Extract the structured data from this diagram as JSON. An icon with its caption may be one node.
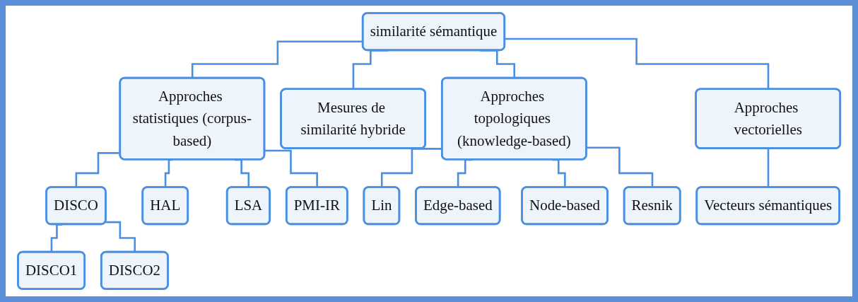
{
  "diagram": {
    "nodes": [
      {
        "text": [
          "similarité sémantique"
        ]
      },
      {
        "text": [
          "Approches statistiques (corpus-based)"
        ]
      },
      {
        "text": [
          "Mesures de similarité hybride"
        ]
      },
      {
        "text": [
          "Approches topologiques (knowledge-based)"
        ]
      },
      {
        "text": [
          "Approches vectorielles"
        ]
      },
      {
        "text": [
          "DISCO"
        ]
      },
      {
        "text": [
          "HAL"
        ]
      },
      {
        "text": [
          "LSA"
        ]
      },
      {
        "text": [
          "PMI-IR"
        ]
      },
      {
        "text": [
          "Lin"
        ]
      },
      {
        "text": [
          "Edge-based"
        ]
      },
      {
        "text": [
          "Node-based"
        ]
      },
      {
        "text": [
          "Resnik"
        ]
      },
      {
        "text": [
          "Vecteurs sémantiques"
        ]
      },
      {
        "text": [
          "DISCO1"
        ]
      },
      {
        "text": [
          "DISCO2"
        ]
      }
    ],
    "edges": [
      {
        "from": 0,
        "to": 1,
        "arrow": "none"
      },
      {
        "from": 0,
        "to": 2,
        "arrow": "none"
      },
      {
        "from": 0,
        "to": 3,
        "arrow": "none"
      },
      {
        "from": 0,
        "to": 4,
        "arrow": "none"
      },
      {
        "from": 1,
        "to": 5,
        "arrow": "none"
      },
      {
        "from": 1,
        "to": 6,
        "arrow": "none"
      },
      {
        "from": 1,
        "to": 7,
        "arrow": "none"
      },
      {
        "from": 1,
        "to": 8,
        "arrow": "none"
      },
      {
        "from": 3,
        "to": 9,
        "arrow": "none"
      },
      {
        "from": 3,
        "to": 10,
        "arrow": "none"
      },
      {
        "from": 3,
        "to": 11,
        "arrow": "none"
      },
      {
        "from": 3,
        "to": 12,
        "arrow": "none"
      },
      {
        "from": 4,
        "to": 13,
        "arrow": "none"
      },
      {
        "from": 5,
        "to": 14,
        "arrow": "none"
      },
      {
        "from": 5,
        "to": 15,
        "arrow": "none"
      }
    ]
  }
}
